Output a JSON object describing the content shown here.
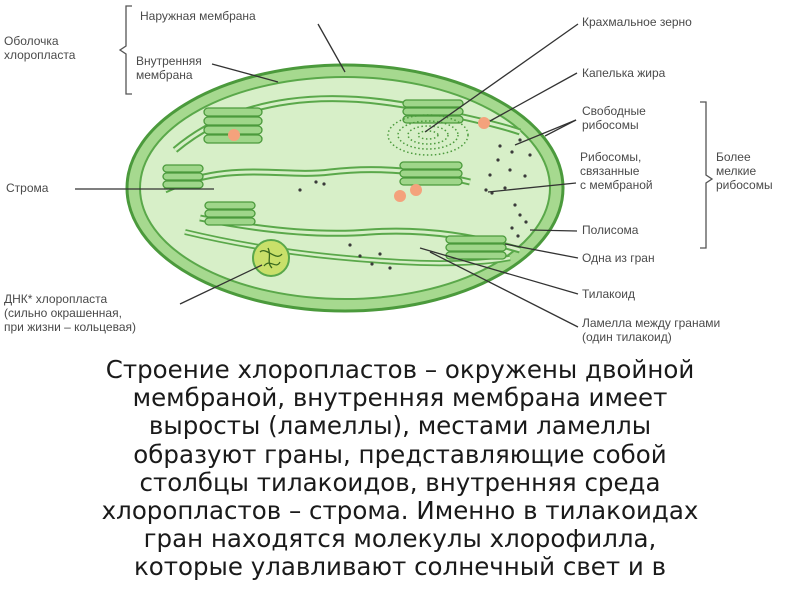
{
  "labels": {
    "outer_membrane": "Наружная мембрана",
    "chloroplast_envelope": [
      "Оболочка",
      "хлоропласта"
    ],
    "inner_membrane": [
      "Внутренняя",
      "мембрана"
    ],
    "starch_grain": "Крахмальное зерно",
    "lipid_droplet": "Капелька жира",
    "free_ribosomes": [
      "Свободные",
      "рибосомы"
    ],
    "membrane_ribosomes": [
      "Рибосомы,",
      "связанные",
      "с мембраной"
    ],
    "smaller_ribosomes": [
      "Более",
      "мелкие",
      "рибосомы"
    ],
    "polysome": "Полисома",
    "granum": "Одна из гран",
    "thylakoid": "Тилакоид",
    "lamella": [
      "Ламелла между гранами",
      "(один тилакоид)"
    ],
    "stroma": "Строма",
    "dna": [
      "ДНК* хлоропласта",
      "(сильно окрашенная,",
      "при жизни – кольцевая)"
    ]
  },
  "caption_lines": [
    "Строение хлоропластов – окружены двойной",
    "мембраной, внутренняя мембрана имеет",
    "выросты (ламеллы), местами ламеллы",
    "образуют граны, представляющие собой",
    "столбцы тилакоидов, внутренняя среда",
    "хлоропластов – строма. Именно в тилакоидах",
    "гран находятся молекулы хлорофилла,",
    "которые улавливают солнечный свет и в"
  ],
  "colors": {
    "outer_green": "#8fcf7a",
    "stroma_fill": "#d7efc8",
    "membrane_stroke": "#4b9a3c",
    "granum_fill": "#9fd68a",
    "lipid": "#f4a27c",
    "label_text": "#4a4a4a",
    "caption_text": "#1a1a1a"
  }
}
